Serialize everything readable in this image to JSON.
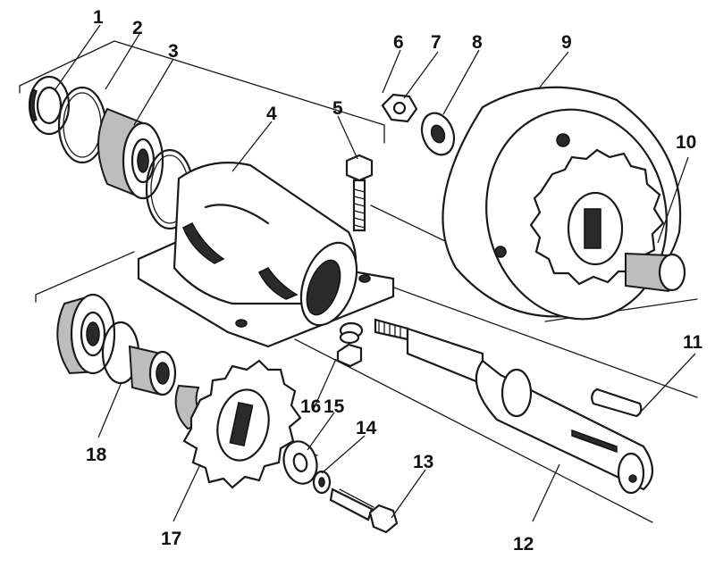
{
  "diagram": {
    "kind": "exploded-parts-view",
    "ink_color": "#1a1a1a",
    "background_color": "#ffffff",
    "callouts": [
      {
        "id": "c1",
        "label": "1"
      },
      {
        "id": "c2",
        "label": "2"
      },
      {
        "id": "c3",
        "label": "3"
      },
      {
        "id": "c4",
        "label": "4"
      },
      {
        "id": "c5",
        "label": "5"
      },
      {
        "id": "c6",
        "label": "6"
      },
      {
        "id": "c7",
        "label": "7"
      },
      {
        "id": "c8",
        "label": "8"
      },
      {
        "id": "c9",
        "label": "9"
      },
      {
        "id": "c10",
        "label": "10"
      },
      {
        "id": "c11",
        "label": "11"
      },
      {
        "id": "c12",
        "label": "12"
      },
      {
        "id": "c13",
        "label": "13"
      },
      {
        "id": "c14",
        "label": "14"
      },
      {
        "id": "c15",
        "label": "15"
      },
      {
        "id": "c16",
        "label": "16"
      },
      {
        "id": "c17",
        "label": "17"
      },
      {
        "id": "c18",
        "label": "18"
      }
    ]
  }
}
